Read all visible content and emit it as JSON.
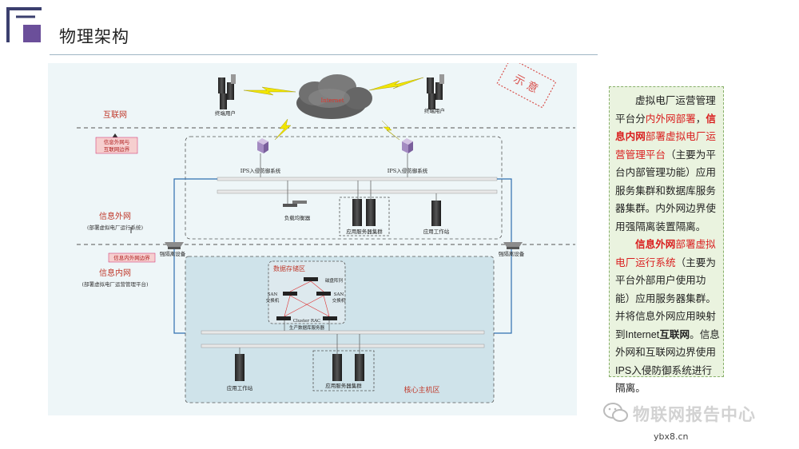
{
  "header": {
    "title": "物理架构"
  },
  "stamp": {
    "text": "示 意"
  },
  "cloud": {
    "label": "Internet"
  },
  "zones": {
    "internet": "互联网",
    "external": "信息外网",
    "external_sub": "(部署虚拟电厂运行系统)",
    "internal": "信息内网",
    "internal_sub": "(部署虚拟电厂运营管理平台)"
  },
  "boundaries": {
    "internet_external": [
      "信息外网与",
      "互联网边界"
    ],
    "external_internal": "信息内外网边界"
  },
  "devices": {
    "terminal_left": "终端用户",
    "terminal_right": "终端用户",
    "ips_left": "IPS入侵防御系统",
    "ips_right": "IPS入侵防御系统",
    "load_balancer": "负载均衡器",
    "app_cluster_ext": "应用服务器集群",
    "workstation_ext": "应用工作站",
    "isolation_left": "强隔离设备",
    "isolation_right": "强隔离设备",
    "storage_zone": "数据存储区",
    "disk_array": "磁盘阵列",
    "san_left": [
      "SAN",
      "交换机"
    ],
    "san_right": [
      "SAN",
      "交换机"
    ],
    "db_cluster": [
      "Cluster RAC",
      "生产数据库服务器"
    ],
    "workstation_int": "应用工作站",
    "app_cluster_int": "应用服务器集群",
    "core_zone": "核心主机区"
  },
  "note": {
    "segments": [
      {
        "text": "虚拟电厂运营管理平台分",
        "style": "plain"
      },
      {
        "text": "内外网部署",
        "style": "red"
      },
      {
        "text": "，",
        "style": "plain"
      },
      {
        "text": "信息内网",
        "style": "hl"
      },
      {
        "text": "部署虚拟电厂运营管理平台",
        "style": "red"
      },
      {
        "text": "（主要为平台内部管理功能）应用服务集群和数据库服务器集群。内外网边界使用强隔离装置隔离。",
        "style": "plain"
      }
    ],
    "segments2": [
      {
        "text": "信息外网",
        "style": "hl"
      },
      {
        "text": "部署虚拟电厂运行系统",
        "style": "red"
      },
      {
        "text": "（主要为平台外部用户使用功能）应用服务器集群。并将信息外网应用映射到Internet",
        "style": "plain"
      },
      {
        "text": "互联网",
        "style": "bold"
      },
      {
        "text": "。信息外网和互联网边界使用IPS入侵防御系统进行隔离。",
        "style": "plain"
      }
    ]
  },
  "watermark": {
    "text": "物联网报告中心",
    "icon": "wechat-icon"
  },
  "site": {
    "text": "ybx8.cn"
  },
  "colors": {
    "accent_dark": "#3b3f6e",
    "accent_purple": "#6b4f9a",
    "alert_red": "#d91e1e",
    "link_blue": "#2f6fb0"
  }
}
